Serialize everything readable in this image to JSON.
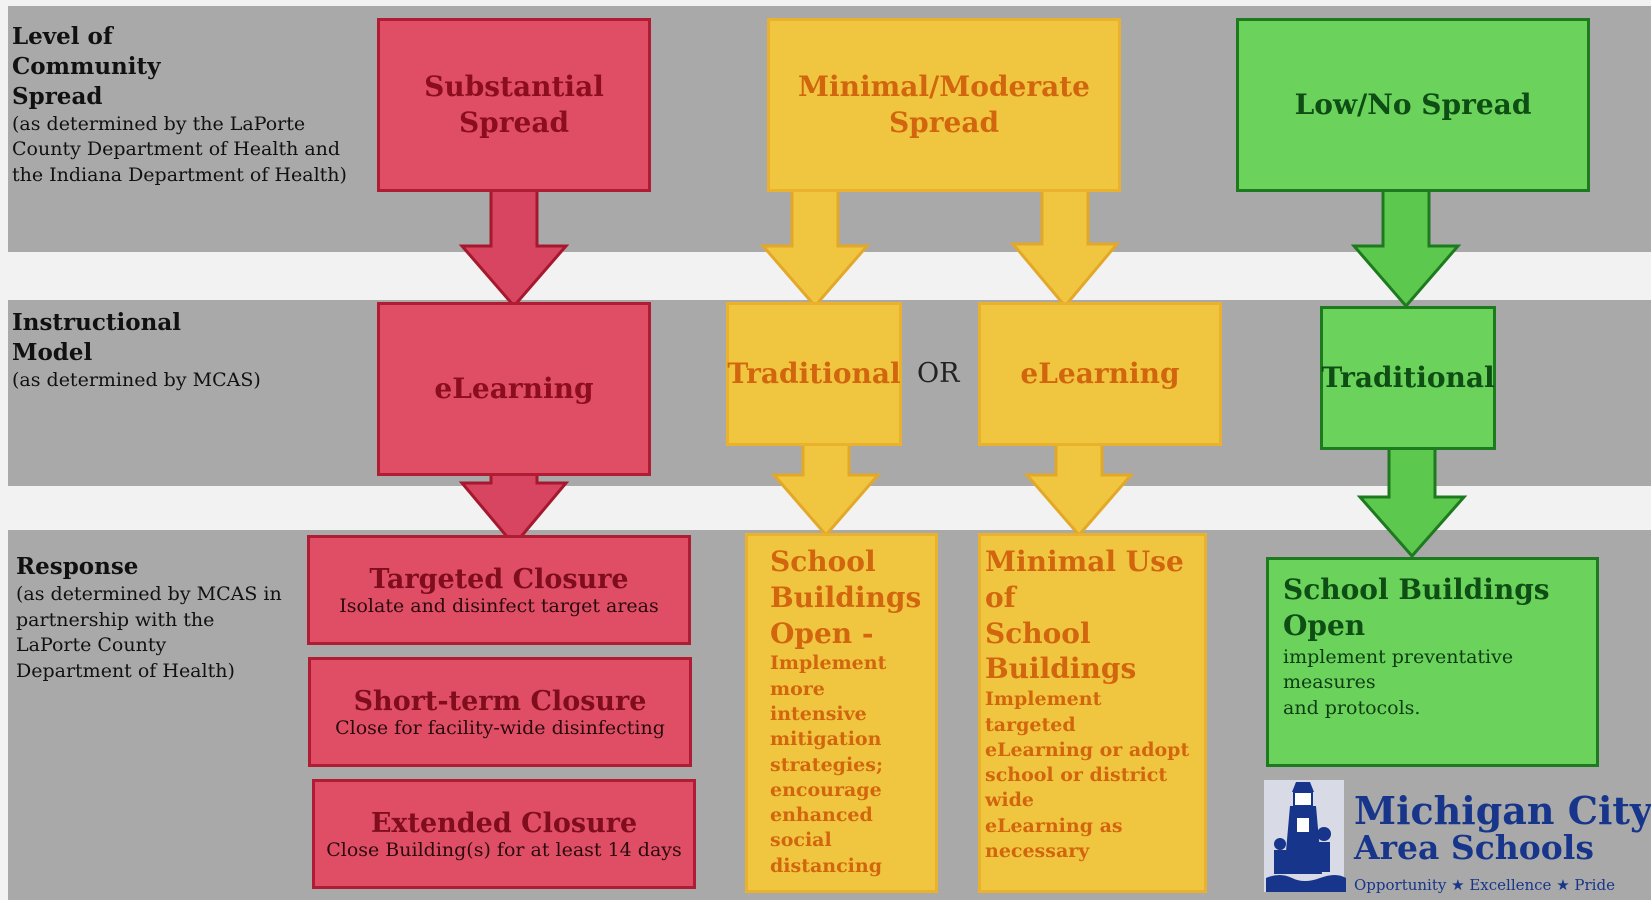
{
  "rows": {
    "spread": {
      "heading_lines": [
        "Level of",
        "Community",
        "Spread"
      ],
      "note": "(as determined by the LaPorte County Department of Health and the Indiana Department of Health)"
    },
    "model": {
      "heading_lines": [
        "Instructional",
        "Model"
      ],
      "note": "(as determined by MCAS)"
    },
    "response": {
      "heading": "Response",
      "note": "(as determined by MCAS in partnership with the LaPorte County Department of Health)"
    }
  },
  "spread_levels": {
    "substantial": "Substantial Spread",
    "moderate_line1": "Minimal/Moderate",
    "moderate_line2": "Spread",
    "low": "Low/No Spread"
  },
  "models": {
    "red": "eLearning",
    "yellow_traditional": "Traditional",
    "or_label": "OR",
    "yellow_elearning": "eLearning",
    "green": "Traditional"
  },
  "responses": {
    "red": [
      {
        "title": "Targeted Closure",
        "desc": "Isolate and disinfect target areas"
      },
      {
        "title": "Short-term Closure",
        "desc": "Close for facility-wide disinfecting"
      },
      {
        "title": "Extended Closure",
        "desc": "Close Building(s) for at least 14 days"
      }
    ],
    "yellow_open": {
      "title_lines": [
        "School",
        "Buildings",
        "Open -"
      ],
      "desc_lines": [
        "Implement more",
        "intensive",
        "mitigation",
        "strategies;",
        "encourage",
        "enhanced social",
        "distancing"
      ]
    },
    "yellow_minimal": {
      "title_lines": [
        "Minimal Use of",
        "School Buildings"
      ],
      "desc_lines": [
        "Implement targeted",
        "eLearning or adopt",
        "school or district wide",
        "eLearning as necessary"
      ]
    },
    "green_open": {
      "title": "School Buildings Open",
      "desc_lines": [
        "implement preventative  measures",
        "and protocols."
      ]
    }
  },
  "logo": {
    "name_line1": "Michigan City",
    "name_line2": "Area Schools",
    "tagline": "Opportunity ★ Excellence ★ Pride"
  },
  "colors": {
    "red_fill": "#e04e66",
    "red_border": "#b01c33",
    "yellow_fill": "#f0c640",
    "yellow_border": "#e9b12c",
    "green_fill": "#6bd25c",
    "green_border": "#1e7a1e",
    "band": "#a9a9a9",
    "logo_blue": "#17358a"
  },
  "icons": [
    "down-arrow-icon",
    "lighthouse-logo-icon"
  ]
}
